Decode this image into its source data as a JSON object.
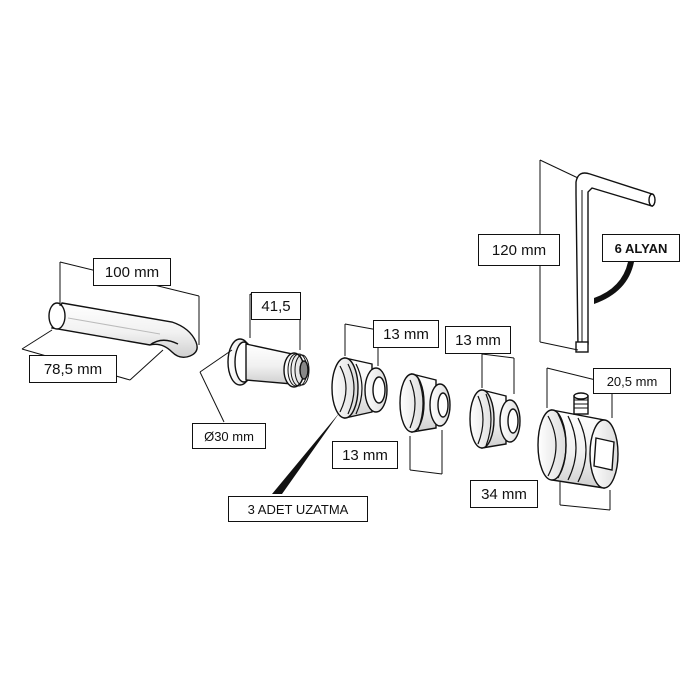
{
  "labels": {
    "tube_length": "100 mm",
    "tube_inner_length": "78,5 mm",
    "flange_length": "41,5",
    "flange_diameter": "Ø30 mm",
    "extension_1_width": "13 mm",
    "extension_2_width": "13 mm",
    "extension_3_width": "13 mm",
    "extension_count": "3 ADET UZATMA",
    "hex_key_length": "120 mm",
    "hex_key_size": "6 ALYAN",
    "connector_thread": "20,5 mm",
    "connector_width": "34 mm"
  },
  "colors": {
    "line": "#111111",
    "fill": "#ffffff",
    "shade": "#d9d9d9"
  }
}
